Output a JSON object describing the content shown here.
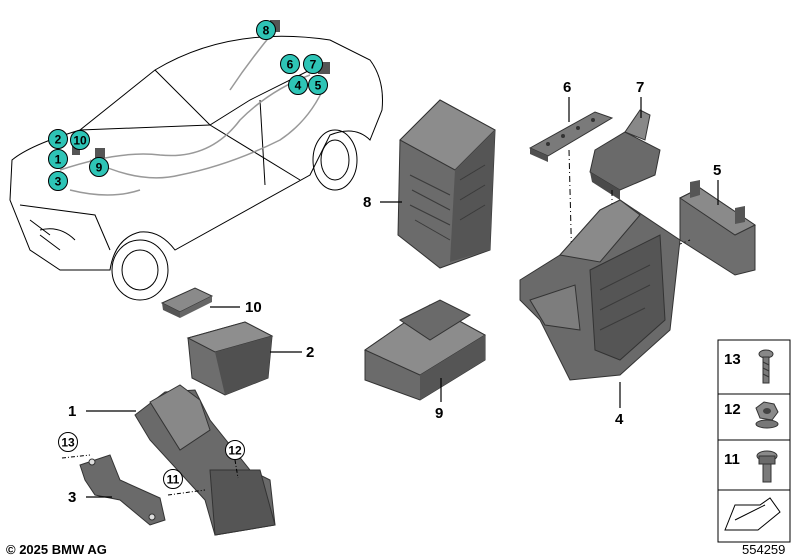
{
  "car_badges": [
    {
      "label": "8"
    },
    {
      "label": "6"
    },
    {
      "label": "7"
    },
    {
      "label": "4"
    },
    {
      "label": "5"
    },
    {
      "label": "2"
    },
    {
      "label": "10"
    },
    {
      "label": "1"
    },
    {
      "label": "9"
    },
    {
      "label": "3"
    }
  ],
  "callouts": {
    "p1": "1",
    "p2": "2",
    "p3": "3",
    "p4": "4",
    "p5": "5",
    "p6": "6",
    "p7": "7",
    "p8": "8",
    "p9": "9",
    "p10": "10"
  },
  "circled_refs": {
    "c13": "13",
    "c11": "11",
    "c12": "12"
  },
  "fastener_panel": {
    "items": [
      "13",
      "12",
      "11"
    ]
  },
  "footer": {
    "copyright": "© 2025 BMW AG",
    "diagram_number": "554259"
  },
  "colors": {
    "badge_fill": "#2ec4b6",
    "part_grey": "#6b6b6b",
    "part_dark": "#4a4a4a",
    "line": "#000000"
  }
}
